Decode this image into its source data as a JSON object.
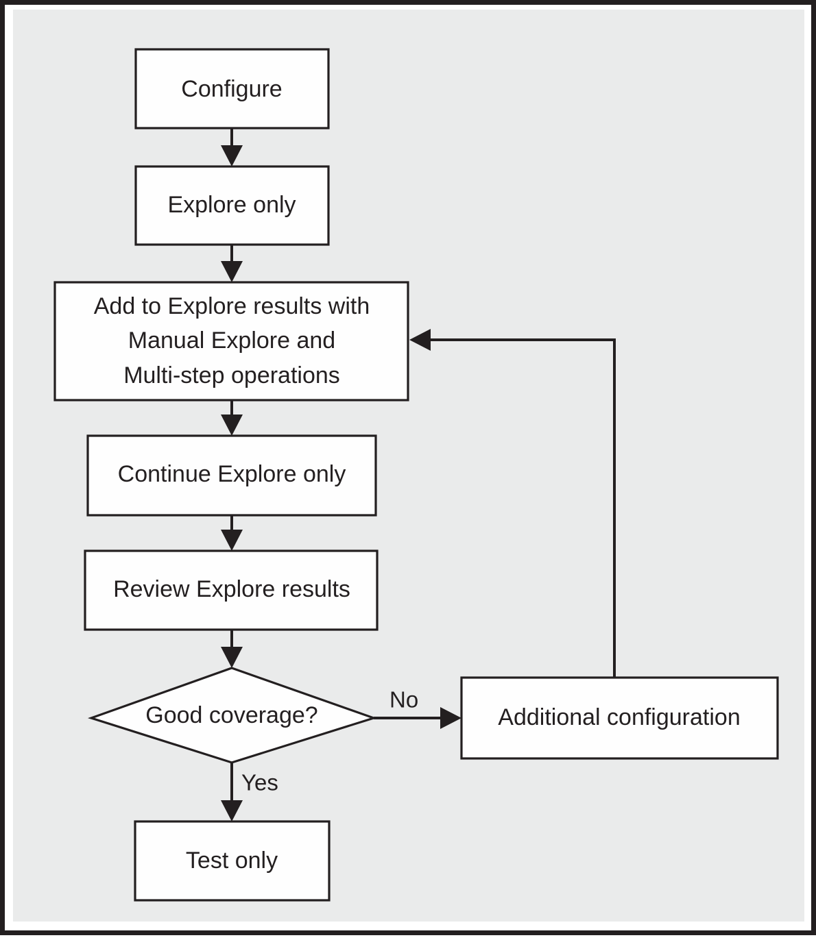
{
  "diagram": {
    "type": "flowchart",
    "title": "",
    "background_color": "#eaebeb",
    "node_fill_color": "#fefefe",
    "stroke_color": "#231f20",
    "nodes": [
      {
        "id": "configure",
        "shape": "process",
        "label": "Configure"
      },
      {
        "id": "explore_only",
        "shape": "process",
        "label": "Explore only"
      },
      {
        "id": "add_to_explore",
        "shape": "process",
        "label_line_1": "Add to Explore results with",
        "label_line_2": "Manual Explore and",
        "label_line_3": "Multi-step operations"
      },
      {
        "id": "continue_explore_only",
        "shape": "process",
        "label": "Continue Explore only"
      },
      {
        "id": "review_explore_results",
        "shape": "process",
        "label": "Review Explore results"
      },
      {
        "id": "good_coverage",
        "shape": "decision",
        "label": "Good coverage?"
      },
      {
        "id": "additional_configuration",
        "shape": "process",
        "label": "Additional configuration"
      },
      {
        "id": "test_only",
        "shape": "process",
        "label": "Test only"
      }
    ],
    "edges": [
      {
        "from": "configure",
        "to": "explore_only",
        "label": ""
      },
      {
        "from": "explore_only",
        "to": "add_to_explore",
        "label": ""
      },
      {
        "from": "add_to_explore",
        "to": "continue_explore_only",
        "label": ""
      },
      {
        "from": "continue_explore_only",
        "to": "review_explore_results",
        "label": ""
      },
      {
        "from": "review_explore_results",
        "to": "good_coverage",
        "label": ""
      },
      {
        "from": "good_coverage",
        "to": "additional_configuration",
        "label": "No"
      },
      {
        "from": "good_coverage",
        "to": "test_only",
        "label": "Yes"
      },
      {
        "from": "additional_configuration",
        "to": "add_to_explore",
        "label": ""
      }
    ],
    "edge_labels": {
      "no": "No",
      "yes": "Yes"
    }
  }
}
